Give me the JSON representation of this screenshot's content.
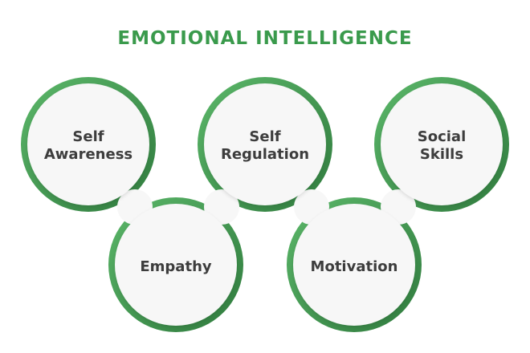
{
  "title": "EMOTIONAL INTELLIGENCE",
  "colors": {
    "ring_light": "#5cb86a",
    "ring_dark": "#2f7a3d",
    "title": "#3a9a4c",
    "label": "#3d3d3d",
    "fill": "#f7f7f7"
  },
  "circles": [
    {
      "id": "self-awareness",
      "lines": [
        "Self",
        "Awareness"
      ]
    },
    {
      "id": "empathy",
      "lines": [
        "Empathy"
      ]
    },
    {
      "id": "self-regulation",
      "lines": [
        "Self",
        "Regulation"
      ]
    },
    {
      "id": "motivation",
      "lines": [
        "Motivation"
      ]
    },
    {
      "id": "social-skills",
      "lines": [
        "Social",
        "Skills"
      ]
    }
  ]
}
